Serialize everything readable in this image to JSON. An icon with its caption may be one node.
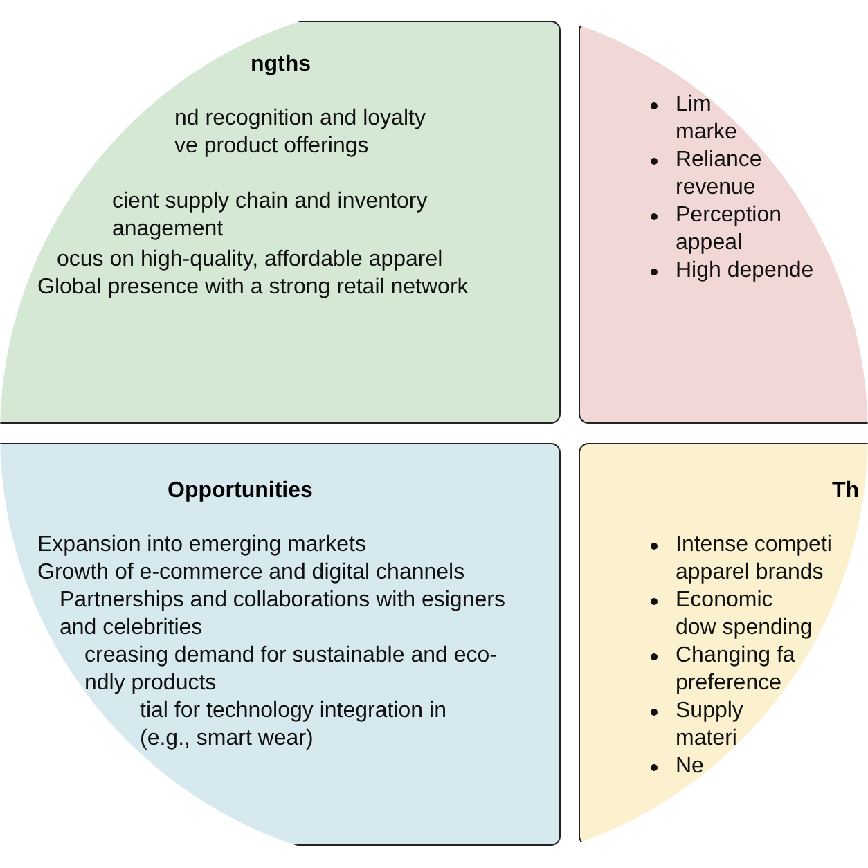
{
  "diagram": {
    "nodes": [
      {
        "text": [
          "ngths",
          "nd recognition and loyalty",
          "ve product offerings",
          "cient supply chain and inventory anagement",
          "ocus on high-quality, affordable apparel",
          "Global presence with a strong retail network"
        ]
      },
      {
        "text": [
          "Lim marke",
          "Reliance revenue",
          "Perception appeal",
          "High depende"
        ]
      },
      {
        "text": [
          "Opportunities",
          "Expansion into emerging markets",
          "Growth of e-commerce and digital channels",
          "Partnerships and collaborations with esigners and celebrities",
          "creasing demand for sustainable and eco- ndly products",
          "tial for technology integration in (e.g., smart wear)"
        ]
      },
      {
        "text": [
          "Th",
          "Intense competi apparel brands",
          "Economic dow spending",
          "Changing fa preference",
          "Supply materi",
          "Ne"
        ]
      }
    ]
  }
}
